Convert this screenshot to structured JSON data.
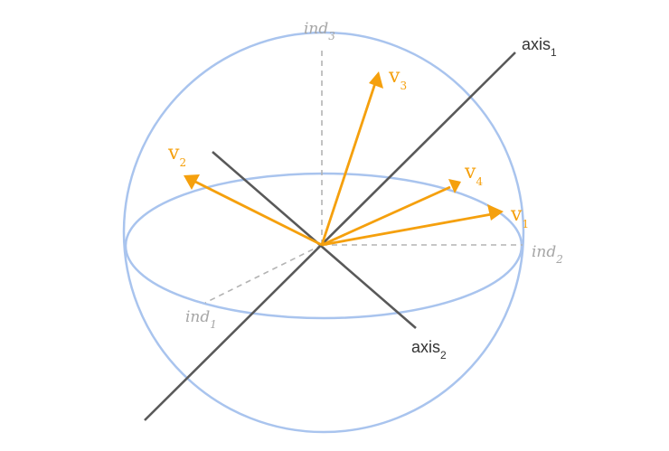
{
  "labels": {
    "ind": [
      {
        "base": "ind",
        "sub": "1"
      },
      {
        "base": "ind",
        "sub": "2"
      },
      {
        "base": "ind",
        "sub": "3"
      }
    ],
    "axes": [
      {
        "base": "axis",
        "sub": "1"
      },
      {
        "base": "axis",
        "sub": "2"
      }
    ],
    "vectors": [
      {
        "base": "v",
        "sub": "1"
      },
      {
        "base": "v",
        "sub": "2"
      },
      {
        "base": "v",
        "sub": "3"
      },
      {
        "base": "v",
        "sub": "4"
      }
    ]
  },
  "colors": {
    "sphere": "#a9c4ee",
    "vector": "#f5a00d",
    "axis": "#595959",
    "ind_axis": "#b3b3b3"
  }
}
